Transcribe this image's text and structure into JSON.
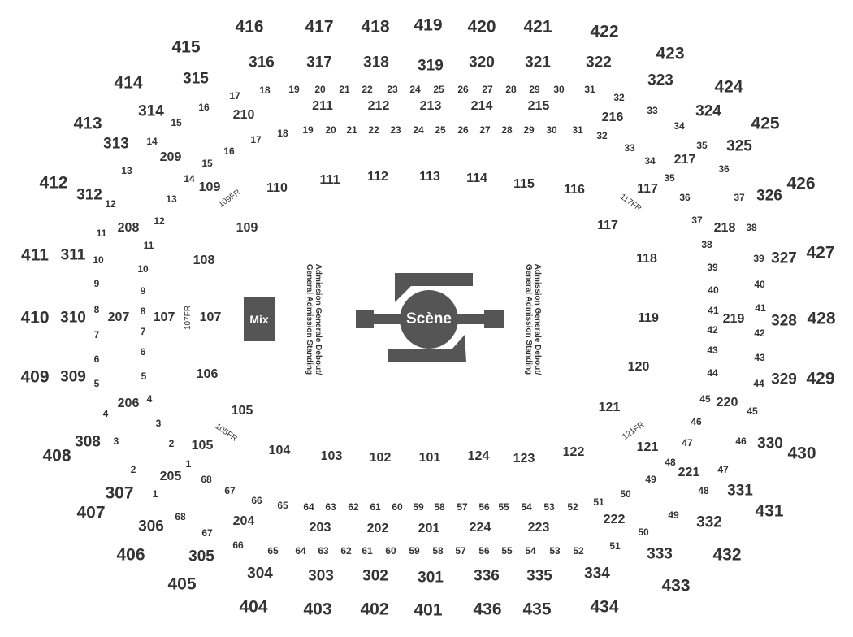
{
  "mix_label": "Mix",
  "stage_label": "Scène",
  "ga_left": "Admission Generale Debout/\nGeneral Admission Standing",
  "ga_right": "Admission Generale Debout/\nGeneral Admission Standing",
  "colors": {
    "text": "#333333",
    "block": "#555555"
  },
  "labels": [
    [
      "416",
      307,
      33,
      "r400"
    ],
    [
      "417",
      393,
      33,
      "r400"
    ],
    [
      "418",
      462,
      33,
      "r400"
    ],
    [
      "419",
      527,
      31,
      "r400"
    ],
    [
      "420",
      593,
      33,
      "r400"
    ],
    [
      "421",
      662,
      33,
      "r400"
    ],
    [
      "422",
      744,
      39,
      "r400"
    ],
    [
      "415",
      229,
      58,
      "r400"
    ],
    [
      "423",
      825,
      66,
      "r400"
    ],
    [
      "414",
      158,
      102,
      "r400"
    ],
    [
      "424",
      897,
      107,
      "r400"
    ],
    [
      "413",
      108,
      152,
      "r400"
    ],
    [
      "425",
      942,
      152,
      "r400"
    ],
    [
      "412",
      66,
      225,
      "r400"
    ],
    [
      "426",
      986,
      226,
      "r400"
    ],
    [
      "411",
      43,
      314,
      "r400"
    ],
    [
      "427",
      1010,
      311,
      "r400"
    ],
    [
      "410",
      43,
      391,
      "r400"
    ],
    [
      "428",
      1011,
      392,
      "r400"
    ],
    [
      "409",
      43,
      464,
      "r400"
    ],
    [
      "429",
      1010,
      466,
      "r400"
    ],
    [
      "408",
      70,
      561,
      "r400"
    ],
    [
      "430",
      987,
      558,
      "r400"
    ],
    [
      "407",
      112,
      631,
      "r400"
    ],
    [
      "431",
      947,
      629,
      "r400"
    ],
    [
      "406",
      161,
      683,
      "r400"
    ],
    [
      "432",
      895,
      683,
      "r400"
    ],
    [
      "405",
      224,
      719,
      "r400"
    ],
    [
      "433",
      832,
      721,
      "r400"
    ],
    [
      "404",
      312,
      747,
      "r400"
    ],
    [
      "403",
      391,
      750,
      "r400"
    ],
    [
      "402",
      461,
      750,
      "r400"
    ],
    [
      "401",
      527,
      751,
      "r400"
    ],
    [
      "436",
      600,
      750,
      "r400"
    ],
    [
      "435",
      661,
      750,
      "r400"
    ],
    [
      "434",
      744,
      747,
      "r400"
    ],
    [
      "316",
      322,
      77,
      "r300"
    ],
    [
      "317",
      393,
      77,
      "r300"
    ],
    [
      "318",
      463,
      77,
      "r300"
    ],
    [
      "319",
      530,
      81,
      "r300"
    ],
    [
      "320",
      593,
      77,
      "r300"
    ],
    [
      "321",
      662,
      77,
      "r300"
    ],
    [
      "322",
      737,
      77,
      "r300"
    ],
    [
      "315",
      241,
      97,
      "r300"
    ],
    [
      "323",
      813,
      99,
      "r300"
    ],
    [
      "314",
      186,
      137,
      "r300"
    ],
    [
      "324",
      872,
      137,
      "r300"
    ],
    [
      "313",
      143,
      177,
      "r300"
    ],
    [
      "325",
      910,
      180,
      "r300"
    ],
    [
      "312",
      110,
      240,
      "r300"
    ],
    [
      "326",
      947,
      241,
      "r300"
    ],
    [
      "311",
      90,
      314,
      "r300"
    ],
    [
      "327",
      965,
      318,
      "r300"
    ],
    [
      "310",
      90,
      391,
      "r300"
    ],
    [
      "328",
      965,
      395,
      "r300"
    ],
    [
      "309",
      90,
      464,
      "r300"
    ],
    [
      "329",
      965,
      467,
      "r300"
    ],
    [
      "308",
      108,
      544,
      "r300"
    ],
    [
      "330",
      948,
      546,
      "r300"
    ],
    [
      "307",
      147,
      607,
      "r400"
    ],
    [
      "331",
      911,
      604,
      "r300"
    ],
    [
      "306",
      186,
      648,
      "r300"
    ],
    [
      "332",
      873,
      643,
      "r300"
    ],
    [
      "305",
      248,
      685,
      "r300"
    ],
    [
      "333",
      812,
      682,
      "r300"
    ],
    [
      "304",
      320,
      706,
      "r300"
    ],
    [
      "303",
      395,
      709,
      "r300"
    ],
    [
      "302",
      462,
      709,
      "r300"
    ],
    [
      "301",
      530,
      711,
      "r300"
    ],
    [
      "336",
      599,
      709,
      "r300"
    ],
    [
      "335",
      664,
      709,
      "r300"
    ],
    [
      "334",
      735,
      706,
      "r300"
    ],
    [
      "211",
      397,
      131,
      "r200"
    ],
    [
      "212",
      466,
      131,
      "r200"
    ],
    [
      "213",
      530,
      131,
      "r200"
    ],
    [
      "214",
      593,
      131,
      "r200"
    ],
    [
      "215",
      663,
      131,
      "r200"
    ],
    [
      "210",
      300,
      142,
      "r200"
    ],
    [
      "216",
      754,
      145,
      "r200"
    ],
    [
      "209",
      210,
      194,
      "r200"
    ],
    [
      "217",
      843,
      197,
      "r200"
    ],
    [
      "208",
      158,
      281,
      "r200"
    ],
    [
      "218",
      892,
      281,
      "r200"
    ],
    [
      "207",
      146,
      391,
      "r200"
    ],
    [
      "219",
      903,
      393,
      "r200"
    ],
    [
      "206",
      158,
      497,
      "r200"
    ],
    [
      "220",
      895,
      496,
      "r200"
    ],
    [
      "205",
      210,
      587,
      "r200"
    ],
    [
      "221",
      848,
      582,
      "r200"
    ],
    [
      "204",
      300,
      642,
      "r200"
    ],
    [
      "222",
      756,
      640,
      "r200"
    ],
    [
      "203",
      394,
      650,
      "r200"
    ],
    [
      "202",
      465,
      651,
      "r200"
    ],
    [
      "201",
      528,
      651,
      "r200"
    ],
    [
      "224",
      591,
      650,
      "r200"
    ],
    [
      "223",
      663,
      650,
      "r200"
    ],
    [
      "111",
      406,
      222,
      "r100"
    ],
    [
      "112",
      465,
      218,
      "r100"
    ],
    [
      "113",
      529,
      218,
      "r100"
    ],
    [
      "114",
      587,
      220,
      "r100"
    ],
    [
      "115",
      645,
      227,
      "r100"
    ],
    [
      "116",
      707,
      234,
      "r100"
    ],
    [
      "110",
      341,
      232,
      "r100"
    ],
    [
      "109",
      258,
      231,
      "r100"
    ],
    [
      "117",
      797,
      233,
      "r100"
    ],
    [
      "109",
      304,
      281,
      "r100"
    ],
    [
      "117",
      748,
      278,
      "r100"
    ],
    [
      "108",
      251,
      321,
      "r100"
    ],
    [
      "118",
      796,
      319,
      "r100"
    ],
    [
      "107",
      202,
      391,
      "r100"
    ],
    [
      "107",
      259,
      391,
      "r100"
    ],
    [
      "119",
      798,
      392,
      "r100"
    ],
    [
      "106",
      255,
      461,
      "r100"
    ],
    [
      "120",
      786,
      452,
      "r100"
    ],
    [
      "105",
      298,
      506,
      "r100"
    ],
    [
      "121",
      750,
      502,
      "r100"
    ],
    [
      "105",
      249,
      549,
      "r100"
    ],
    [
      "121",
      797,
      551,
      "r100"
    ],
    [
      "104",
      344,
      555,
      "r100"
    ],
    [
      "103",
      408,
      562,
      "r100"
    ],
    [
      "102",
      468,
      564,
      "r100"
    ],
    [
      "101",
      529,
      564,
      "r100"
    ],
    [
      "124",
      589,
      562,
      "r100"
    ],
    [
      "123",
      645,
      565,
      "r100"
    ],
    [
      "122",
      706,
      557,
      "r100"
    ],
    [
      "17",
      289,
      118,
      "row"
    ],
    [
      "18",
      326,
      111,
      "row"
    ],
    [
      "19",
      362,
      110,
      "row"
    ],
    [
      "20",
      394,
      110,
      "row"
    ],
    [
      "21",
      424,
      110,
      "row"
    ],
    [
      "22",
      452,
      110,
      "row"
    ],
    [
      "23",
      483,
      110,
      "row"
    ],
    [
      "24",
      511,
      110,
      "row"
    ],
    [
      "25",
      540,
      110,
      "row"
    ],
    [
      "26",
      570,
      110,
      "row"
    ],
    [
      "27",
      600,
      110,
      "row"
    ],
    [
      "28",
      629,
      110,
      "row"
    ],
    [
      "29",
      658,
      110,
      "row"
    ],
    [
      "30",
      688,
      110,
      "row"
    ],
    [
      "31",
      726,
      110,
      "row"
    ],
    [
      "32",
      762,
      120,
      "row"
    ],
    [
      "33",
      803,
      136,
      "row"
    ],
    [
      "34",
      836,
      155,
      "row"
    ],
    [
      "35",
      864,
      179,
      "row"
    ],
    [
      "36",
      891,
      208,
      "row"
    ],
    [
      "37",
      910,
      243,
      "row"
    ],
    [
      "38",
      925,
      280,
      "row"
    ],
    [
      "39",
      934,
      318,
      "row"
    ],
    [
      "40",
      935,
      350,
      "row"
    ],
    [
      "41",
      936,
      379,
      "row"
    ],
    [
      "42",
      935,
      410,
      "row"
    ],
    [
      "43",
      935,
      440,
      "row"
    ],
    [
      "44",
      934,
      472,
      "row"
    ],
    [
      "45",
      926,
      506,
      "row"
    ],
    [
      "46",
      912,
      543,
      "row"
    ],
    [
      "47",
      890,
      578,
      "row"
    ],
    [
      "48",
      866,
      604,
      "row"
    ],
    [
      "49",
      829,
      634,
      "row"
    ],
    [
      "50",
      792,
      655,
      "row"
    ],
    [
      "51",
      757,
      672,
      "row"
    ],
    [
      "52",
      712,
      678,
      "row"
    ],
    [
      "53",
      683,
      678,
      "row"
    ],
    [
      "54",
      653,
      678,
      "row"
    ],
    [
      "55",
      624,
      678,
      "row"
    ],
    [
      "56",
      596,
      678,
      "row"
    ],
    [
      "57",
      567,
      678,
      "row"
    ],
    [
      "58",
      539,
      678,
      "row"
    ],
    [
      "59",
      510,
      678,
      "row"
    ],
    [
      "60",
      481,
      678,
      "row"
    ],
    [
      "61",
      452,
      678,
      "row"
    ],
    [
      "62",
      426,
      678,
      "row"
    ],
    [
      "63",
      398,
      678,
      "row"
    ],
    [
      "64",
      370,
      678,
      "row"
    ],
    [
      "65",
      336,
      678,
      "row"
    ],
    [
      "66",
      293,
      671,
      "row"
    ],
    [
      "67",
      255,
      656,
      "row"
    ],
    [
      "68",
      222,
      636,
      "row"
    ],
    [
      "1",
      191,
      608,
      "row"
    ],
    [
      "2",
      164,
      578,
      "row"
    ],
    [
      "3",
      143,
      543,
      "row"
    ],
    [
      "4",
      130,
      509,
      "row"
    ],
    [
      "5",
      119,
      472,
      "row"
    ],
    [
      "6",
      119,
      442,
      "row"
    ],
    [
      "7",
      119,
      412,
      "row"
    ],
    [
      "8",
      119,
      381,
      "row"
    ],
    [
      "9",
      119,
      349,
      "row"
    ],
    [
      "10",
      121,
      320,
      "row"
    ],
    [
      "11",
      125,
      287,
      "row"
    ],
    [
      "12",
      136,
      251,
      "row"
    ],
    [
      "13",
      156,
      210,
      "row"
    ],
    [
      "14",
      187,
      174,
      "row"
    ],
    [
      "15",
      217,
      151,
      "row"
    ],
    [
      "16",
      251,
      132,
      "row"
    ],
    [
      "18",
      348,
      164,
      "row"
    ],
    [
      "19",
      379,
      160,
      "row"
    ],
    [
      "20",
      407,
      160,
      "row"
    ],
    [
      "21",
      433,
      160,
      "row"
    ],
    [
      "22",
      460,
      160,
      "row"
    ],
    [
      "23",
      487,
      160,
      "row"
    ],
    [
      "24",
      515,
      160,
      "row"
    ],
    [
      "25",
      542,
      160,
      "row"
    ],
    [
      "26",
      570,
      160,
      "row"
    ],
    [
      "27",
      597,
      160,
      "row"
    ],
    [
      "28",
      624,
      160,
      "row"
    ],
    [
      "29",
      651,
      160,
      "row"
    ],
    [
      "30",
      679,
      160,
      "row"
    ],
    [
      "31",
      711,
      160,
      "row"
    ],
    [
      "32",
      741,
      167,
      "row"
    ],
    [
      "33",
      775,
      182,
      "row"
    ],
    [
      "34",
      800,
      198,
      "row"
    ],
    [
      "35",
      824,
      219,
      "row"
    ],
    [
      "36",
      843,
      243,
      "row"
    ],
    [
      "37",
      858,
      271,
      "row"
    ],
    [
      "38",
      870,
      301,
      "row"
    ],
    [
      "39",
      877,
      329,
      "row"
    ],
    [
      "40",
      878,
      357,
      "row"
    ],
    [
      "41",
      878,
      382,
      "row"
    ],
    [
      "42",
      877,
      406,
      "row"
    ],
    [
      "43",
      877,
      431,
      "row"
    ],
    [
      "44",
      877,
      459,
      "row"
    ],
    [
      "45",
      868,
      491,
      "row"
    ],
    [
      "46",
      857,
      519,
      "row"
    ],
    [
      "47",
      846,
      545,
      "row"
    ],
    [
      "48",
      825,
      569,
      "row"
    ],
    [
      "49",
      801,
      590,
      "row"
    ],
    [
      "50",
      770,
      608,
      "row"
    ],
    [
      "51",
      737,
      618,
      "row"
    ],
    [
      "52",
      705,
      624,
      "row"
    ],
    [
      "53",
      676,
      624,
      "row"
    ],
    [
      "54",
      648,
      624,
      "row"
    ],
    [
      "55",
      620,
      624,
      "row"
    ],
    [
      "56",
      596,
      624,
      "row"
    ],
    [
      "57",
      569,
      624,
      "row"
    ],
    [
      "58",
      541,
      624,
      "row"
    ],
    [
      "59",
      515,
      624,
      "row"
    ],
    [
      "60",
      489,
      624,
      "row"
    ],
    [
      "61",
      462,
      624,
      "row"
    ],
    [
      "62",
      435,
      624,
      "row"
    ],
    [
      "63",
      407,
      624,
      "row"
    ],
    [
      "64",
      380,
      624,
      "row"
    ],
    [
      "65",
      348,
      622,
      "row"
    ],
    [
      "66",
      316,
      616,
      "row"
    ],
    [
      "67",
      283,
      604,
      "row"
    ],
    [
      "68",
      254,
      590,
      "row"
    ],
    [
      "1",
      232,
      571,
      "row"
    ],
    [
      "2",
      211,
      546,
      "row"
    ],
    [
      "3",
      195,
      521,
      "row"
    ],
    [
      "4",
      184,
      491,
      "row"
    ],
    [
      "5",
      177,
      463,
      "row"
    ],
    [
      "6",
      176,
      433,
      "row"
    ],
    [
      "7",
      176,
      408,
      "row"
    ],
    [
      "8",
      176,
      383,
      "row"
    ],
    [
      "9",
      176,
      358,
      "row"
    ],
    [
      "10",
      176,
      331,
      "row"
    ],
    [
      "11",
      183,
      302,
      "row"
    ],
    [
      "12",
      196,
      272,
      "row"
    ],
    [
      "13",
      211,
      245,
      "row"
    ],
    [
      "14",
      233,
      220,
      "row"
    ],
    [
      "15",
      255,
      201,
      "row"
    ],
    [
      "16",
      282,
      186,
      "row"
    ],
    [
      "17",
      315,
      172,
      "row"
    ]
  ],
  "rotated_labels": [
    [
      "109FR",
      283,
      245,
      "fr diag-r"
    ],
    [
      "117FR",
      776,
      250,
      "fr diag-l"
    ],
    [
      "107FR",
      232,
      391,
      "fr rot-cw"
    ],
    [
      "105FR",
      278,
      533,
      "fr diag-l"
    ],
    [
      "121FR",
      780,
      531,
      "fr diag-r"
    ]
  ]
}
